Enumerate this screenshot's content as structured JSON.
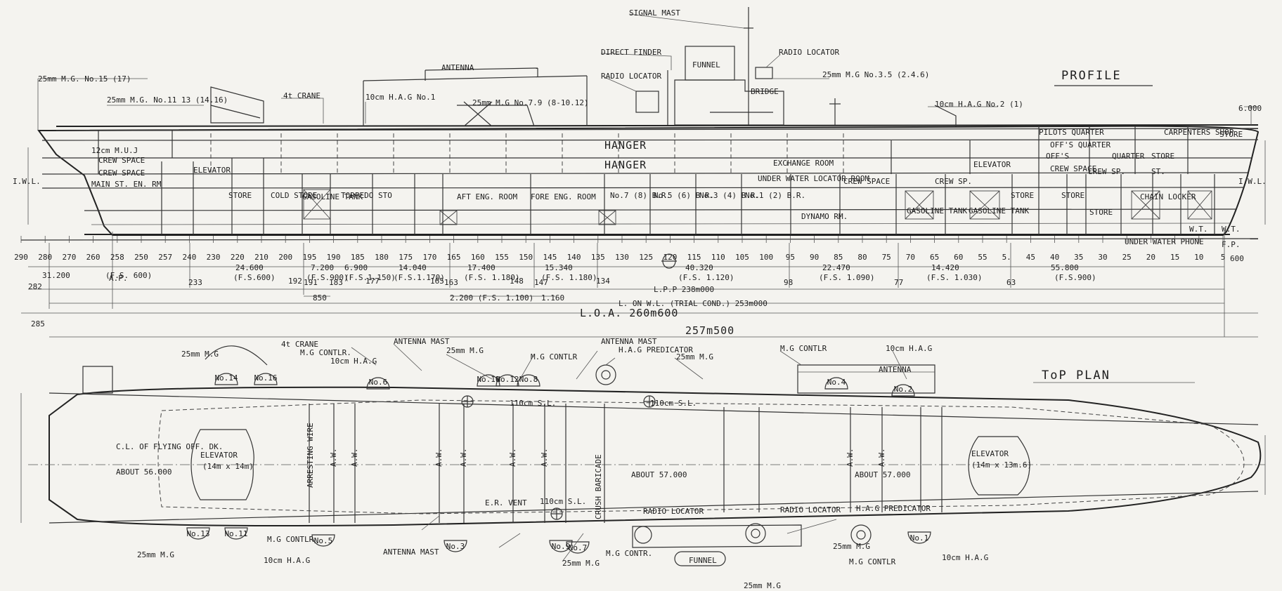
{
  "titles": {
    "profile": "PROFILE",
    "top_plan": "ToP PLAN"
  },
  "profile": {
    "callouts": [
      {
        "t": "SIGNAL MAST"
      },
      {
        "t": "DIRECT FINDER"
      },
      {
        "t": "FUNNEL"
      },
      {
        "t": "RADIO LOCATOR"
      },
      {
        "t": "RADIO LOCATOR"
      },
      {
        "t": "BRIDGE"
      },
      {
        "t": "ANTENNA"
      },
      {
        "t": "25mm M.G. No.15 (17)"
      },
      {
        "t": "25mm M.G. No.11 13 (14.16)"
      },
      {
        "t": "4t CRANE"
      },
      {
        "t": "10cm H.A.G No.1"
      },
      {
        "t": "25mm M.G No.7.9 (8-10.12)"
      },
      {
        "t": "25mm M.G No.3.5 (2.4.6)"
      },
      {
        "t": "10cm H.A.G No.2 (1)"
      },
      {
        "t": "6.000"
      }
    ],
    "compartments": [
      {
        "t": "HANGER"
      },
      {
        "t": "HANGER"
      },
      {
        "t": "ELEVATOR"
      },
      {
        "t": "ELEVATOR"
      },
      {
        "t": "CREW SPACE"
      },
      {
        "t": "CREW SPACE"
      },
      {
        "t": "CREW SPACE"
      },
      {
        "t": "12cm M.U.J"
      },
      {
        "t": "MAIN ST. EN. RM"
      },
      {
        "t": "STORE"
      },
      {
        "t": "STORE"
      },
      {
        "t": "COLD STORE"
      },
      {
        "t": "GASOLINE TANK"
      },
      {
        "t": "TORPEDO STO"
      },
      {
        "t": "AFT ENG. ROOM"
      },
      {
        "t": "FORE ENG. ROOM"
      },
      {
        "t": "No.7 (8) B.R."
      },
      {
        "t": "No.5 (6) B.R."
      },
      {
        "t": "No.3 (4) B.R."
      },
      {
        "t": "No.1 (2) B.R."
      },
      {
        "t": "UNDER WATER LOCATOR ROOM"
      },
      {
        "t": "EXCHANGE ROOM"
      },
      {
        "t": "DYNAMO RM."
      },
      {
        "t": "CREW SP."
      },
      {
        "t": "GASOLINE TANK"
      },
      {
        "t": "GASOLINE TANK"
      },
      {
        "t": "STORE"
      },
      {
        "t": "PILOTS QUARTER"
      },
      {
        "t": "OFF'S QUARTER"
      },
      {
        "t": "OFF'S"
      },
      {
        "t": "CREW SPACE"
      },
      {
        "t": "QUARTER"
      },
      {
        "t": "STORE"
      },
      {
        "t": "ST."
      },
      {
        "t": "CARPENTERS SHOP"
      },
      {
        "t": "STORE"
      },
      {
        "t": "CHAIN LOCKER"
      },
      {
        "t": "W.T."
      },
      {
        "t": "W.T."
      },
      {
        "t": "UNDER WATER PHONE"
      },
      {
        "t": "CREW SP."
      },
      {
        "t": "STORE"
      }
    ],
    "frames": [
      "290",
      "280",
      "270",
      "260",
      "258",
      "250",
      "257",
      "240",
      "230",
      "220",
      "210",
      "200",
      "195",
      "190",
      "185",
      "180",
      "175",
      "170",
      "165",
      "160",
      "155",
      "150",
      "145",
      "140",
      "135",
      "130",
      "125",
      "120",
      "115",
      "110",
      "105",
      "100",
      "95",
      "90",
      "85",
      "80",
      "75",
      "70",
      "65",
      "60",
      "55",
      "5.",
      "45",
      "40",
      "35",
      "30",
      "25",
      "20",
      "15",
      "10",
      "5"
    ],
    "dims": [
      {
        "t": "31.200"
      },
      {
        "t": "(F.S. 600)"
      },
      {
        "t": "24.600"
      },
      {
        "t": "(F.S.600)"
      },
      {
        "t": "7.200"
      },
      {
        "t": "(F.S.900)"
      },
      {
        "t": "6.900"
      },
      {
        "t": "(F.S.1.150)"
      },
      {
        "t": "14.040"
      },
      {
        "t": "(F.S.1.170)"
      },
      {
        "t": "17.400"
      },
      {
        "t": "(F.S. 1.180)"
      },
      {
        "t": "15.340"
      },
      {
        "t": "(F.S. 1.180)"
      },
      {
        "t": "40.320"
      },
      {
        "t": "(F.S. 1.120)"
      },
      {
        "t": "22.470"
      },
      {
        "t": "(F.S. 1.090)"
      },
      {
        "t": "14.420"
      },
      {
        "t": "(F.S. 1.030)"
      },
      {
        "t": "55.800"
      },
      {
        "t": "(F.S.900)"
      },
      {
        "t": "600"
      }
    ],
    "stations": [
      {
        "t": "282"
      },
      {
        "t": "A.P."
      },
      {
        "t": "233"
      },
      {
        "t": "192"
      },
      {
        "t": "191"
      },
      {
        "t": "183"
      },
      {
        "t": "177"
      },
      {
        "t": "165"
      },
      {
        "t": "163"
      },
      {
        "t": "148"
      },
      {
        "t": "147"
      },
      {
        "t": "134"
      },
      {
        "t": "98"
      },
      {
        "t": "77"
      },
      {
        "t": "63"
      },
      {
        "t": "F.P."
      }
    ],
    "small_dims": [
      {
        "t": "850"
      },
      {
        "t": "2.200 (F.S. 1.100)"
      },
      {
        "t": "1.160"
      }
    ],
    "lpp": "L.P.P 238m000",
    "lwl": "L. ON W.L. (TRIAL COND.) 253m000",
    "loa": "L.O.A. 260m600",
    "iwl": "I.W.L."
  },
  "plan": {
    "callouts": [
      {
        "t": "4t CRANE"
      },
      {
        "t": "25mm M.G"
      },
      {
        "t": "M.G CONTLR."
      },
      {
        "t": "10cm H.A.G"
      },
      {
        "t": "ANTENNA MAST"
      },
      {
        "t": "25mm M.G"
      },
      {
        "t": "M.G CONTLR"
      },
      {
        "t": "ANTENNA MAST"
      },
      {
        "t": "H.A.G PREDICATOR"
      },
      {
        "t": "25mm M.G"
      },
      {
        "t": "M.G CONTLR"
      },
      {
        "t": "10cm H.A.G"
      },
      {
        "t": "ANTENNA"
      },
      {
        "t": "110cm S.L."
      },
      {
        "t": "110cm S.L."
      },
      {
        "t": "110cm S.L."
      },
      {
        "t": "E.R. VENT"
      },
      {
        "t": "RADIO LOCATOR"
      },
      {
        "t": "RADIO LOCATOR"
      },
      {
        "t": "H.A.G PREDICATOR"
      },
      {
        "t": "25mm M.G"
      },
      {
        "t": "M.G CONTLR"
      },
      {
        "t": "10cm H.A.G"
      },
      {
        "t": "ANTENNA MAST"
      },
      {
        "t": "25mm M.G"
      },
      {
        "t": "M.G CONTR."
      },
      {
        "t": "FUNNEL"
      },
      {
        "t": "25mm M.G"
      },
      {
        "t": "M.G CONTLR"
      },
      {
        "t": "25mm M.G"
      },
      {
        "t": "10cm H.A.G"
      }
    ],
    "deck": [
      {
        "t": "C.L. OF FLYING OFF. DK."
      },
      {
        "t": "ELEVATOR"
      },
      {
        "t": "(14m x 14m)"
      },
      {
        "t": "ABOUT 56.000"
      },
      {
        "t": "ABOUT 57.000"
      },
      {
        "t": "ABOUT 57.000"
      },
      {
        "t": "ELEVATOR"
      },
      {
        "t": "(14m x 13m.6)"
      },
      {
        "t": "ARRESTING WIRE"
      },
      {
        "t": "CRUSH BARICADE"
      },
      {
        "t": "A.W."
      },
      {
        "t": "A.W."
      },
      {
        "t": "A.W."
      },
      {
        "t": "A.W."
      },
      {
        "t": "A.W."
      },
      {
        "t": "A.W."
      },
      {
        "t": "A.W."
      },
      {
        "t": "A.W."
      }
    ],
    "mounts": [
      {
        "t": "No.14"
      },
      {
        "t": "No.16"
      },
      {
        "t": "No.6"
      },
      {
        "t": "No.10"
      },
      {
        "t": "No.12"
      },
      {
        "t": "No.8"
      },
      {
        "t": "No.4"
      },
      {
        "t": "No.2"
      },
      {
        "t": "No.13"
      },
      {
        "t": "No.11"
      },
      {
        "t": "No.5"
      },
      {
        "t": "No.3"
      },
      {
        "t": "No.9"
      },
      {
        "t": "No.7"
      },
      {
        "t": "No.1"
      }
    ],
    "overall": "257m500",
    "station285": "285"
  }
}
